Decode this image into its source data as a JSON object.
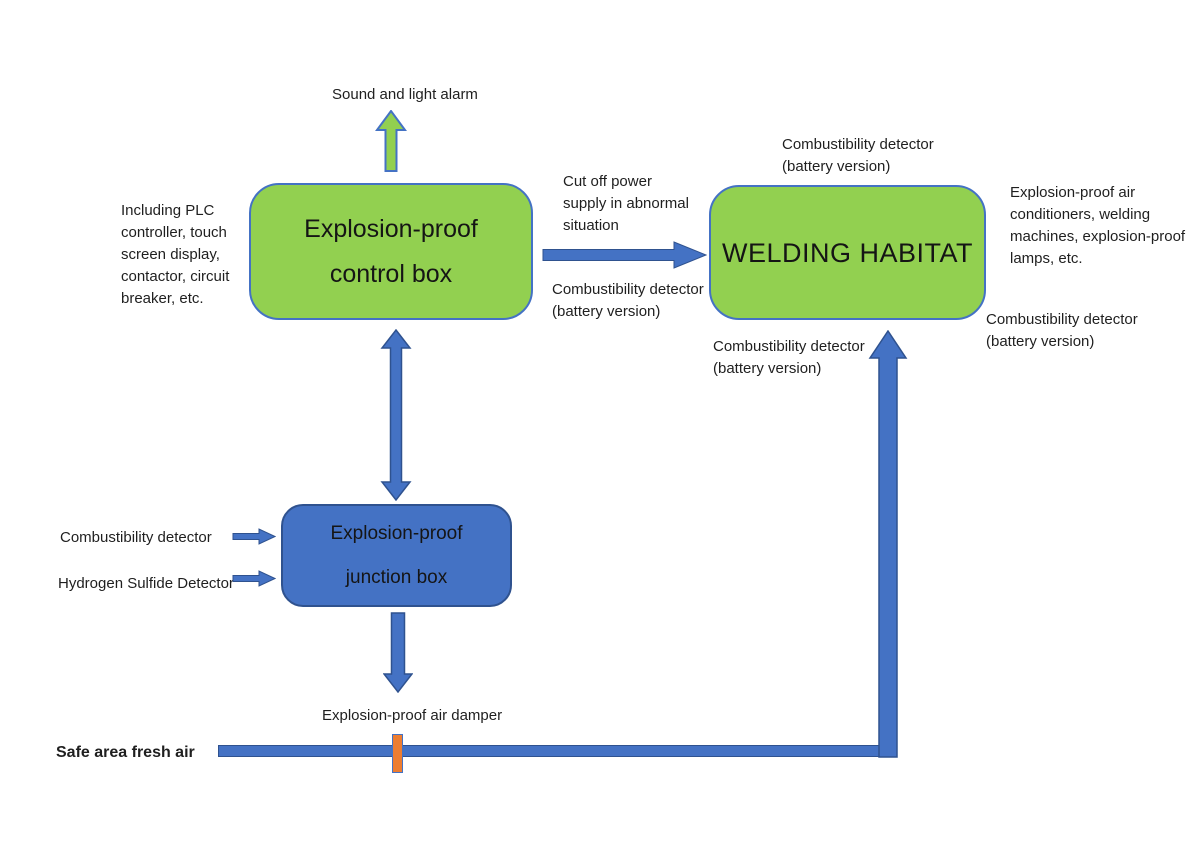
{
  "diagram": {
    "colors": {
      "node_green": "#92D050",
      "node_blue": "#4472C4",
      "arrow_blue": "#4472C4",
      "arrow_border": "#2F528F",
      "green_arrow_border": "#4472C4",
      "damper_orange": "#ED7D31",
      "text": "#1f1f1f"
    },
    "nodes": {
      "control_box": "Explosion-proof\ncontrol box",
      "welding_habitat": "WELDING HABITAT",
      "junction_box": "Explosion-proof\njunction box"
    },
    "labels": {
      "alarm": "Sound and light alarm",
      "control_contents": "Including PLC\ncontroller, touch\nscreen display,\ncontactor, circuit\nbreaker, etc.",
      "cut_off": "Cut off power\nsupply in abnormal\nsituation",
      "detector_mid": "Combustibility detector\n(battery version)",
      "detector_top": "Combustibility detector\n(battery version)",
      "habitat_contents": "Explosion-proof air\nconditioners, welding\nmachines, explosion-proof\nlamps, etc.",
      "detector_right": "Combustibility detector\n(battery version)",
      "detector_bottom": "Combustibility detector\n(battery version)",
      "combustibility_input": "Combustibility detector",
      "h2s_input": "Hydrogen Sulfide Detector",
      "air_damper": "Explosion-proof air damper",
      "fresh_air": "Safe area fresh air"
    }
  }
}
